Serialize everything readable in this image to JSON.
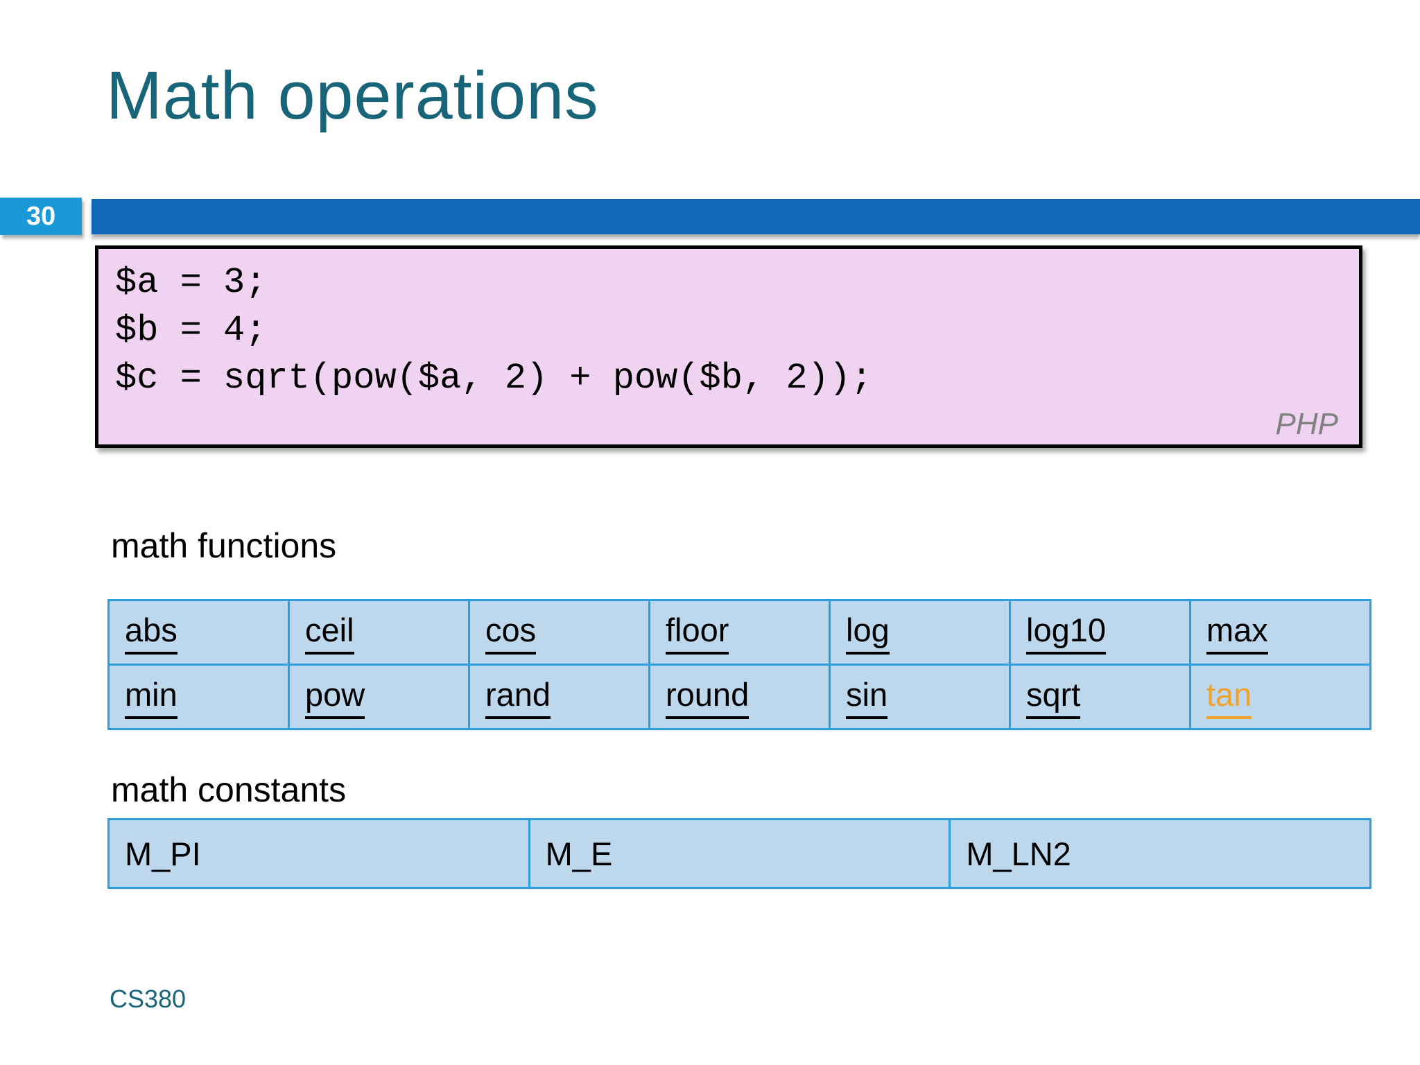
{
  "slide": {
    "title": "Math operations",
    "slide_number": "30",
    "footer": "CS380"
  },
  "code_box": {
    "language_label": "PHP",
    "lines": [
      "$a = 3;",
      "$b = 4;",
      "$c = sqrt(pow($a, 2) + pow($b, 2));"
    ]
  },
  "math_functions": {
    "label": "math functions",
    "rows": [
      [
        "abs",
        "ceil",
        "cos",
        "floor",
        "log",
        "log10",
        "max"
      ],
      [
        "min",
        "pow",
        "rand",
        "round",
        "sin",
        "sqrt",
        "tan"
      ]
    ],
    "highlighted_function": "tan"
  },
  "math_constants": {
    "label": "math constants",
    "items": [
      "M_PI",
      "M_E",
      "M_LN2"
    ]
  },
  "colors": {
    "title_teal": "#186478",
    "slide_number_badge_bg": "#1999d6",
    "header_bar_bg": "#1268b8",
    "code_box_bg": "#f0d3f0",
    "code_box_border": "#000000",
    "table_cell_bg": "#bdd7ec",
    "table_border": "#2d9ed9",
    "visited_link_orange": "#f0a22e",
    "php_label_gray": "#7f7f7f"
  }
}
